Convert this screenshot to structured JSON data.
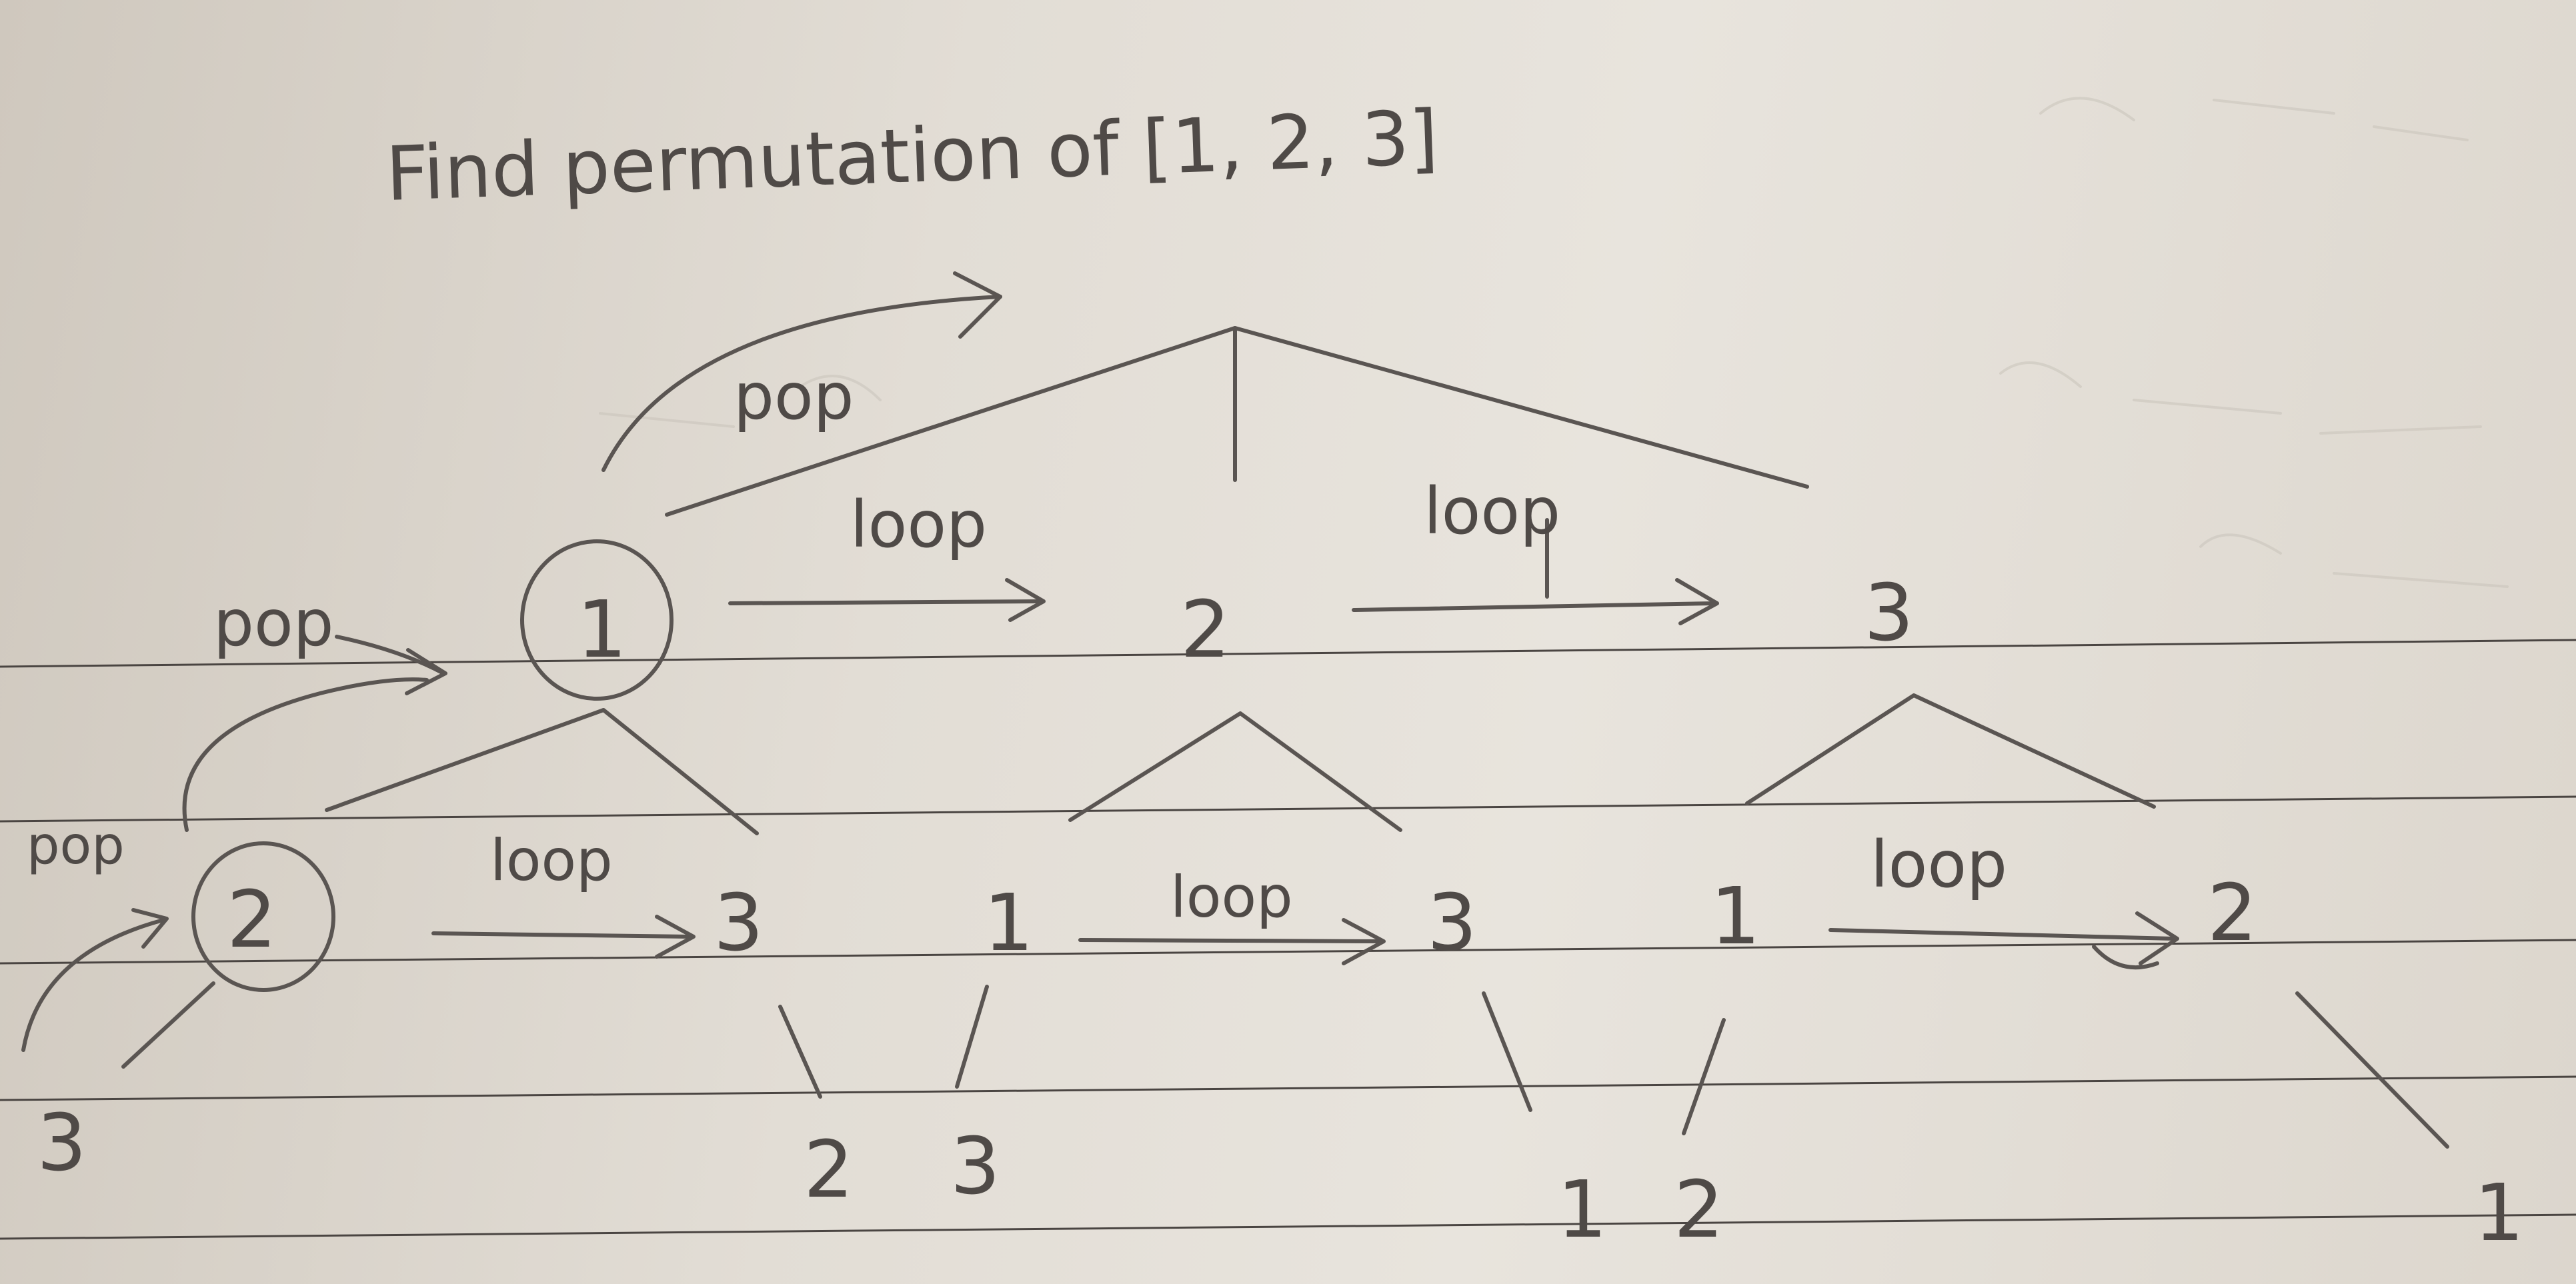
{
  "title": "Find permutation of [1, 2, 3]",
  "edge_labels": {
    "pop": "pop",
    "loop": "loop"
  },
  "nodes": {
    "level1": [
      "1",
      "2",
      "3"
    ],
    "level2": [
      "2",
      "3",
      "1",
      "3",
      "1",
      "2"
    ],
    "level3": [
      "3",
      "2",
      "3",
      "1",
      "2",
      "1"
    ]
  },
  "colors": {
    "ink": "#5a5552",
    "paper": "#e2ddd5",
    "ruled_line": "#4a4542"
  }
}
